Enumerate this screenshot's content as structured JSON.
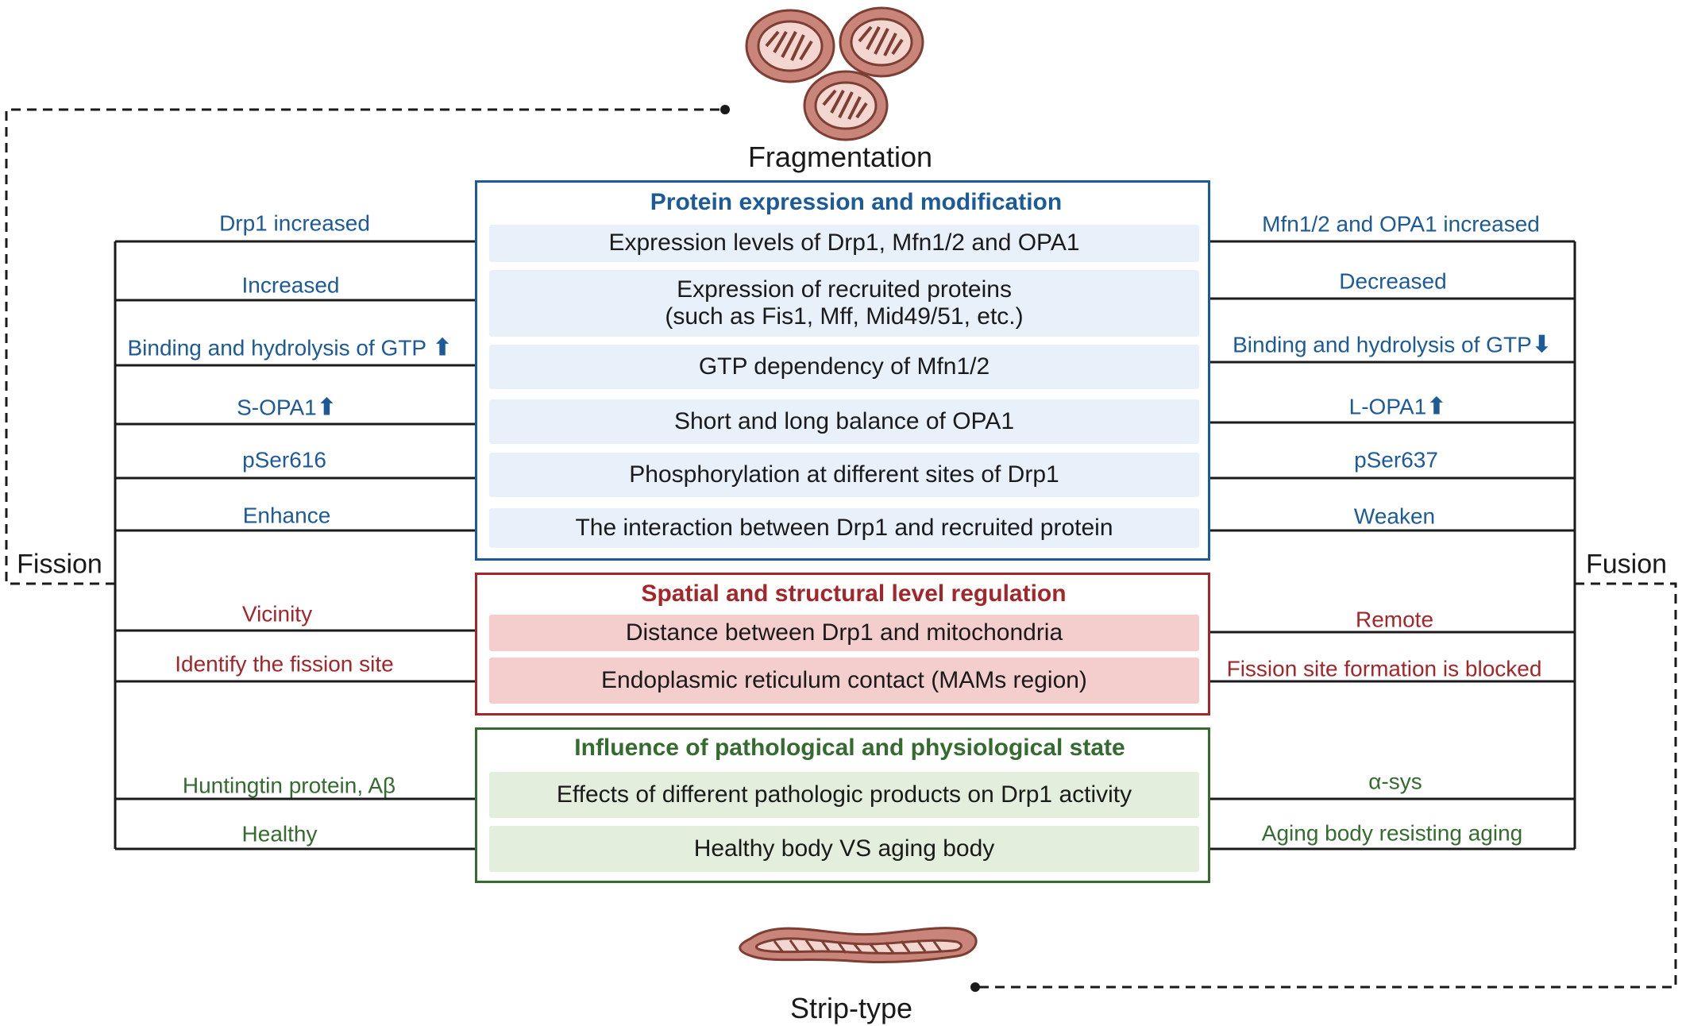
{
  "top_label": "Fragmentation",
  "bottom_label": "Strip-type",
  "left_label": "Fission",
  "right_label": "Fusion",
  "colors": {
    "blue": "#1c5a98",
    "red": "#a2262a",
    "green": "#346c30",
    "mito_fill": "#c98579",
    "mito_dark": "#7d3e33"
  },
  "sections": {
    "protein": {
      "title": "Protein expression and modification",
      "rows": [
        "Expression levels of Drp1, Mfn1/2 and OPA1",
        "Expression of recruited proteins",
        "(such as Fis1, Mff, Mid49/51, etc.)",
        "GTP dependency of Mfn1/2",
        "Short and long balance of OPA1",
        "Phosphorylation at different sites of Drp1",
        "The interaction between Drp1 and recruited protein"
      ],
      "left": [
        "Drp1 increased",
        "Increased",
        "Binding and hydrolysis of GTP",
        "S-OPA1",
        "pSer616",
        "Enhance"
      ],
      "right": [
        "Mfn1/2 and OPA1 increased",
        "Decreased",
        "Binding and hydrolysis of GTP",
        "L-OPA1",
        "pSer637",
        "Weaken"
      ]
    },
    "spatial": {
      "title": "Spatial and structural level regulation",
      "rows": [
        "Distance between Drp1 and mitochondria",
        "Endoplasmic reticulum contact (MAMs region)"
      ],
      "left": [
        "Vicinity",
        "Identify the fission site"
      ],
      "right": [
        "Remote",
        "Fission site formation is blocked"
      ]
    },
    "patho": {
      "title": "Influence of pathological and physiological state",
      "rows": [
        "Effects of different pathologic products on Drp1 activity",
        "Healthy body VS aging body"
      ],
      "left": [
        "Huntingtin protein, Aβ",
        "Healthy"
      ],
      "right": [
        "α-sys",
        "Aging body resisting aging"
      ]
    }
  },
  "arrows": {
    "up": "⬆",
    "down": "⬇"
  }
}
